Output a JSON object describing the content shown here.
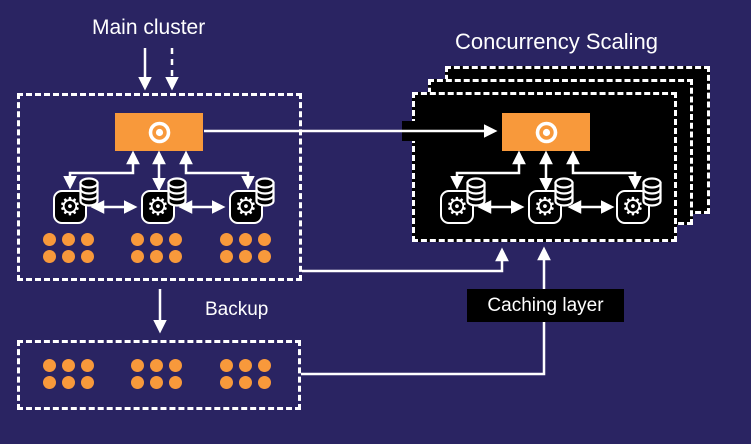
{
  "labels": {
    "main_cluster": "Main cluster",
    "concurrency_scaling": "Concurrency Scaling",
    "backup": "Backup",
    "caching_layer": "Caching layer"
  },
  "colors": {
    "background": "#2A2462",
    "accent_orange": "#F8993B",
    "card_black": "#000000",
    "line_white": "#FFFFFF"
  },
  "icons": {
    "leader_node": "target-circle-icon",
    "compute_node": "gear-icon",
    "gear_glyph": "⚙",
    "storage": "database-cylinder-icon"
  },
  "diagram": {
    "main_cluster": {
      "compute_nodes": 3,
      "slice_groups": 3,
      "slices_per_group": 6
    },
    "concurrency_cluster": {
      "stacked_clusters": 3,
      "compute_nodes": 3
    },
    "backup_cluster": {
      "slice_groups": 3,
      "slices_per_group": 6
    }
  }
}
